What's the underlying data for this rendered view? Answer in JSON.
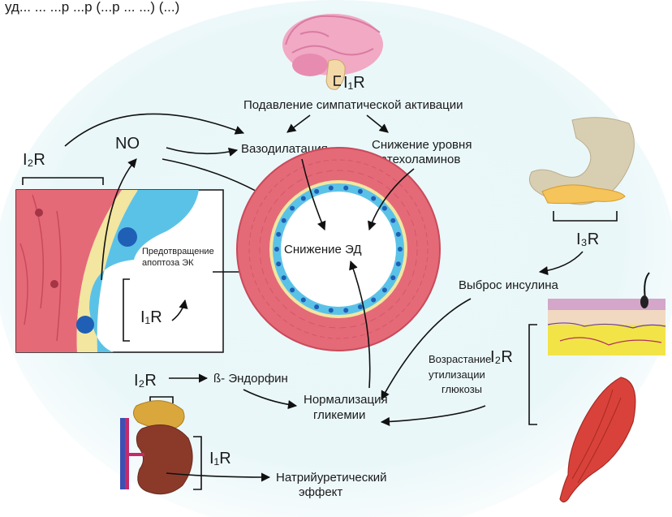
{
  "header_text": "уд... ... ...р ...р (...р ... ...) (...)",
  "labels": {
    "brain_receptor": "I₁R",
    "sympathetic": "Подавление симпатической активации",
    "no": "NO",
    "vasodilation": "Вазодилатация",
    "catecholamines_line1": "Снижение уровня",
    "catecholamines_line2": "катехоламинов",
    "ed_reduction": "Снижение ЭД",
    "i2r_top": "I₂R",
    "apoptosis_line1": "Предотвращение",
    "apoptosis_line2": "апоптоза ЭК",
    "i1r_vessel": "I₁R",
    "pancreas_receptor": "I₃R",
    "insulin": "Выброс инсулина",
    "i2r_tissue": "I₂R",
    "glucose_line1": "Возрастание",
    "glucose_line2": "утилизации",
    "glucose_line3": "глюкозы",
    "i2r_kidney": "I₂R",
    "endorphin": "ß- Эндорфин",
    "glycemia_line1": "Нормализация",
    "glycemia_line2": "гликемии",
    "i1r_kidney": "I₁R",
    "natriuretic_line1": "Натрийуретический",
    "natriuretic_line2": "эффект"
  },
  "colors": {
    "background_center": "#dff3f6",
    "vessel_wall": "#e56a78",
    "endothelium": "#5bc2e7",
    "nucleus": "#1f5fb5",
    "yellow_layer": "#f2e6a0",
    "kidney": "#8b3a2a",
    "adrenal": "#d9a73c",
    "brain": "#f1a9c4",
    "stomach": "#d8cfb3",
    "pancreas": "#f5c45a",
    "muscle": "#d9423a",
    "fat": "#f2e447"
  }
}
